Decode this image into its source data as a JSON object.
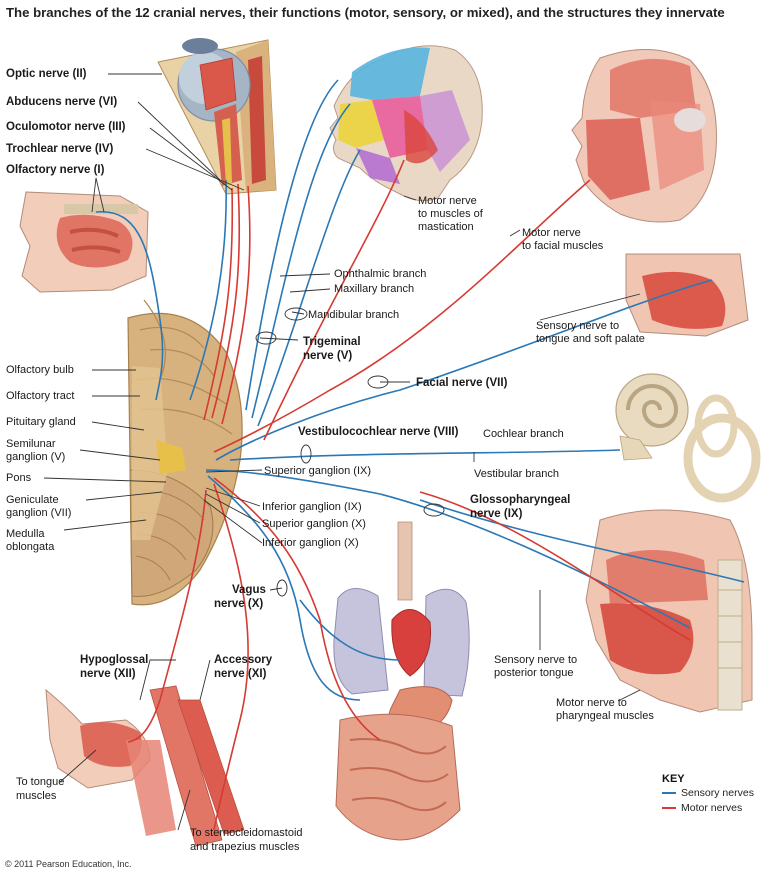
{
  "title": "The branches of the 12 cranial nerves, their functions (motor, sensory, or mixed), and the structures they innervate",
  "copyright": "© 2011 Pearson Education, Inc.",
  "colors": {
    "sensory": "#2a78b6",
    "motor": "#d63a32",
    "brain": "#d7b07c",
    "muscle": "#e0685a",
    "skin": "#f3c8b0"
  },
  "labels": {
    "optic": "Optic nerve (II)",
    "abducens": "Abducens nerve (VI)",
    "oculomotor": "Oculomotor nerve (III)",
    "trochlear": "Trochlear nerve (IV)",
    "olfactory": "Olfactory nerve (I)",
    "olfactory_bulb": "Olfactory bulb",
    "olfactory_tract": "Olfactory tract",
    "pituitary": "Pituitary gland",
    "semilunar_1": "Semilunar",
    "semilunar_2": "ganglion (V)",
    "pons": "Pons",
    "geniculate_1": "Geniculate",
    "geniculate_2": "ganglion (VII)",
    "medulla_1": "Medulla",
    "medulla_2": "oblongata",
    "mastication_1": "Motor nerve",
    "mastication_2": "to muscles of",
    "mastication_3": "mastication",
    "facial_muscles_1": "Motor nerve",
    "facial_muscles_2": "to facial muscles",
    "ophthalmic": "Ophthalmic branch",
    "maxillary": "Maxillary branch",
    "mandibular": "Mandibular branch",
    "trigeminal_1": "Trigeminal",
    "trigeminal_2": "nerve (V)",
    "tongue_palate_1": "Sensory nerve to",
    "tongue_palate_2": "tongue and soft palate",
    "facial_nerve": "Facial nerve (VII)",
    "vestibulocochlear": "Vestibulocochlear nerve (VIII)",
    "cochlear": "Cochlear branch",
    "vestibular": "Vestibular branch",
    "sup_ganglion_ix": "Superior ganglion (IX)",
    "inf_ganglion_ix": "Inferior ganglion (IX)",
    "sup_ganglion_x": "Superior ganglion (X)",
    "inf_ganglion_x": "Inferior ganglion (X)",
    "glosso_1": "Glossopharyngeal",
    "glosso_2": "nerve (IX)",
    "vagus_1": "Vagus",
    "vagus_2": "nerve (X)",
    "hypoglossal_1": "Hypoglossal",
    "hypoglossal_2": "nerve (XII)",
    "accessory_1": "Accessory",
    "accessory_2": "nerve (XI)",
    "post_tongue_1": "Sensory nerve to",
    "post_tongue_2": "posterior tongue",
    "pharyngeal_1": "Motor nerve to",
    "pharyngeal_2": "pharyngeal muscles",
    "tongue_muscles_1": "To tongue",
    "tongue_muscles_2": "muscles",
    "scm_1": "To sternocleidomastoid",
    "scm_2": "and trapezius muscles"
  },
  "key": {
    "title": "KEY",
    "sensory": "Sensory nerves",
    "motor": "Motor nerves"
  }
}
